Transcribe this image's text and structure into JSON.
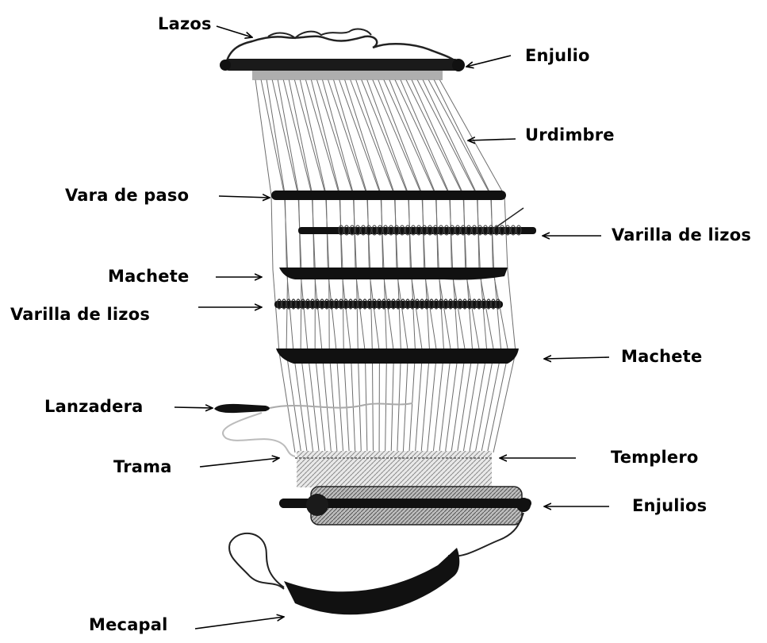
{
  "diagram": {
    "labels": {
      "lazos": "Lazos",
      "enjulio": "Enjulio",
      "urdimbre": "Urdimbre",
      "vara_de_paso": "Vara de paso",
      "varilla_de_lizos_right": "Varilla de lizos",
      "machete_left": "Machete",
      "varilla_de_lizos_left": "Varilla de lizos",
      "machete_right": "Machete",
      "lanzadera": "Lanzadera",
      "trama": "Trama",
      "templero": "Templero",
      "enjulios": "Enjulios",
      "mecapal": "Mecapal"
    }
  }
}
